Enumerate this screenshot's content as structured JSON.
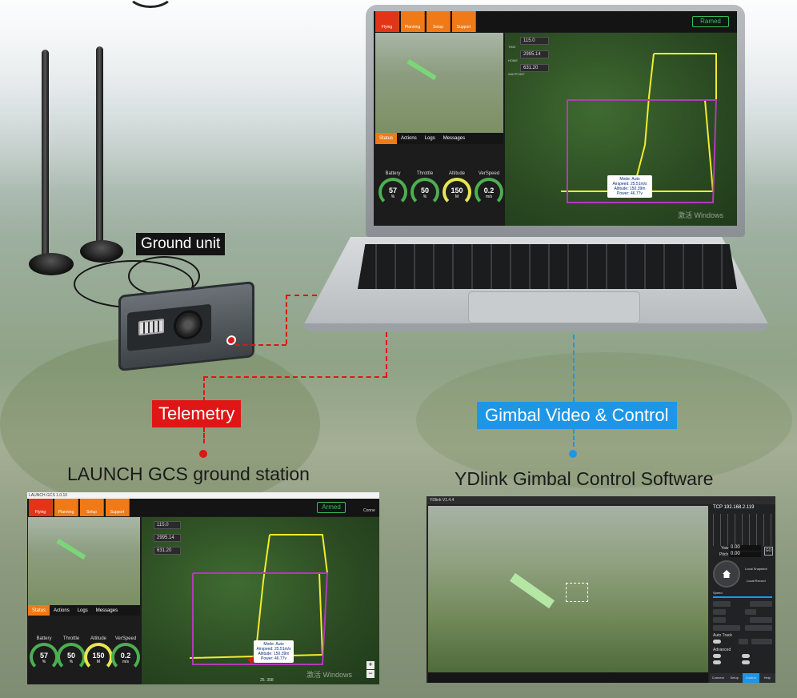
{
  "labels": {
    "ground_unit": "Ground unit",
    "telemetry": "Telemetry",
    "gimbal_video_control": "Gimbal Video & Control",
    "launch_gcs": "LAUNCH GCS ground station",
    "ydlink": "YDlink Gimbal Control Software"
  },
  "gcs": {
    "tabs": [
      "Flying",
      "Planning",
      "Setup",
      "Support"
    ],
    "armed_laptop": "Ramed",
    "armed_bottom": "Armed",
    "title": "LAUNCH GCS 1.0.10",
    "bottom_tabs": [
      "Status",
      "Actions",
      "Logs",
      "Messages"
    ],
    "info_values": [
      "115.0",
      "2995.14",
      "631.20"
    ],
    "info_labels": [
      "TIME",
      "HOME",
      "WAYPOINT"
    ],
    "gauges": [
      {
        "label": "Battery",
        "value": "57",
        "unit": "%",
        "min": "0",
        "max": "100"
      },
      {
        "label": "Throttle",
        "value": "50",
        "unit": "%",
        "min": "0",
        "max": "100"
      },
      {
        "label": "Altitude",
        "value": "150",
        "unit": "M",
        "min": "0",
        "max": "159"
      },
      {
        "label": "VerSpeed",
        "value": "0.2",
        "unit": "m/s",
        "min": "-10",
        "max": "10"
      }
    ],
    "popup": [
      "Mode: Auto",
      "Airspeed: 25.51m/s",
      "Altitude: 150.39m",
      "Power: 46.77v"
    ],
    "watermark": "激活 Windows",
    "zoom_label": "25. 308",
    "connect": "Conne"
  },
  "yd": {
    "title": "YDlink V1.4.4",
    "tcp": "TCP 192.168.2.119",
    "yaw_label": "Yaw",
    "pitch_label": "Pitch",
    "yaw_value": "0.00",
    "pitch_value": "0.00",
    "go": "GO",
    "local_snapshot": "Local Snapshot",
    "local_record": "Local Record",
    "speed_label": "Speed",
    "auto_track": "Auto Track",
    "advanced": "Advanced",
    "footer": [
      "Connect",
      "Setup",
      "Control",
      "Help"
    ]
  },
  "colors": {
    "accent_red": "#e01515",
    "accent_blue": "#1e96e6",
    "tab_orange": "#f07a18",
    "armed_green": "#35c05a"
  }
}
